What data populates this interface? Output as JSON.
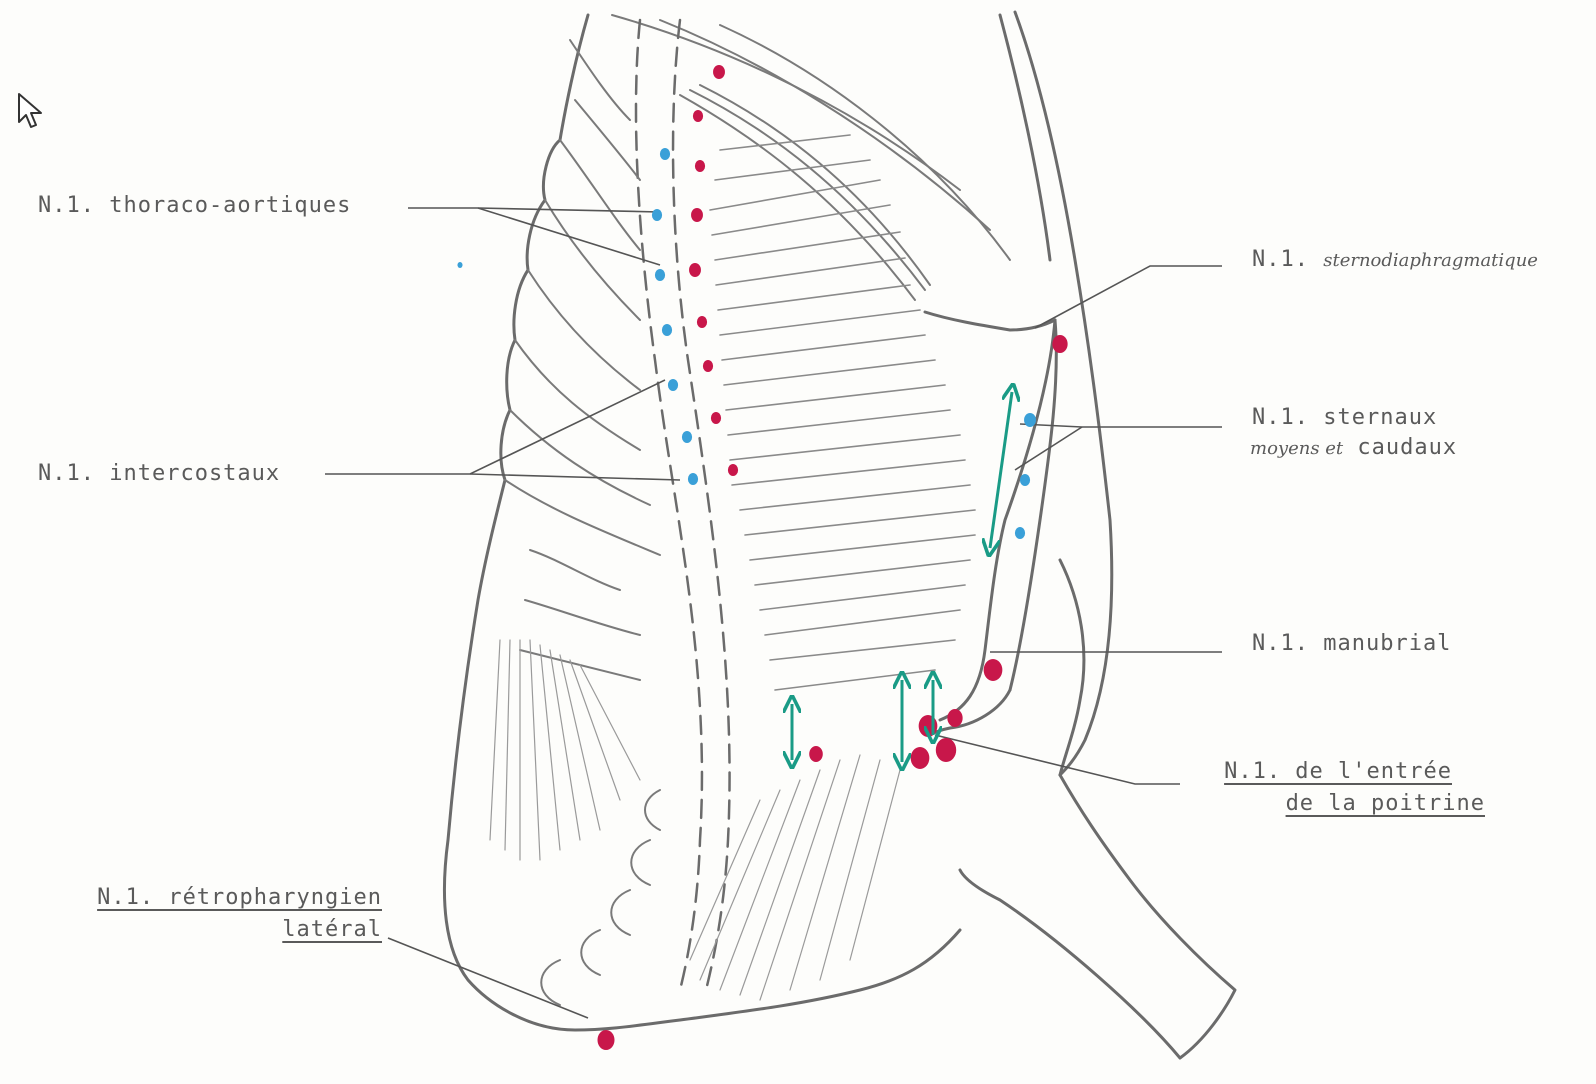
{
  "labels": {
    "thoraco_aortiques": "N.1. thoraco-aortiques",
    "intercostaux": "N.1. intercostaux",
    "retropharyngien_line1": "N.1. rétropharyngien",
    "retropharyngien_line2": "latéral",
    "sternodiaphragmatique_prefix": "N.1.",
    "sternodiaphragmatique_hand": "sternodiaphragmatique",
    "sternaux_line1": "N.1. sternaux",
    "sternaux_hand": "moyens et",
    "sternaux_line2_rest": "caudaux",
    "manubrial": "N.1. manubrial",
    "entree_line1": "N.1. de l'entrée",
    "entree_line2": "de la poitrine"
  },
  "colors": {
    "outline": "#6b6b6b",
    "red_node": "#c8174a",
    "blue_node": "#3aa0d8",
    "arrow": "#1a9b86",
    "leader": "#555555"
  },
  "icons": {
    "cursor": "mouse-pointer-icon"
  }
}
